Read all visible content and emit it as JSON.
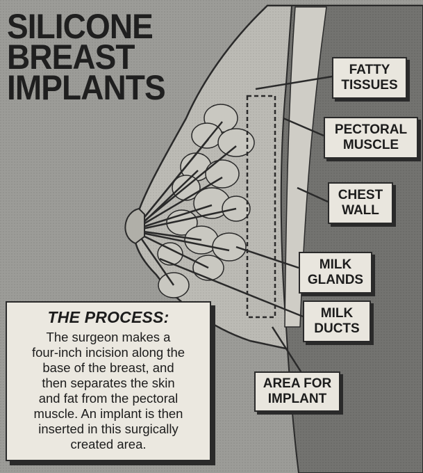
{
  "title_lines": [
    "SILICONE",
    "BREAST",
    "IMPLANTS"
  ],
  "labels": {
    "fatty_tissues": [
      "FATTY",
      "TISSUES"
    ],
    "pectoral_muscle": [
      "PECTORAL",
      "MUSCLE"
    ],
    "chest_wall": [
      "CHEST",
      "WALL"
    ],
    "milk_glands": [
      "MILK",
      "GLANDS"
    ],
    "milk_ducts": [
      "MILK",
      "DUCTS"
    ],
    "area_for_implant": [
      "AREA FOR",
      "IMPLANT"
    ]
  },
  "process": {
    "title": "THE PROCESS:",
    "lines": [
      "The surgeon makes a",
      "four-inch incision along the",
      "base of the breast, and",
      "then separates the skin",
      "and fat from the pectoral",
      "muscle. An implant is then",
      "inserted in this surgically",
      "created area."
    ]
  },
  "colors": {
    "background": "#9a9a96",
    "tissue": "#b9b8b2",
    "muscle": "#6f6f6c",
    "label_fill": "#e9e6de",
    "ink": "#2a2a2a"
  }
}
